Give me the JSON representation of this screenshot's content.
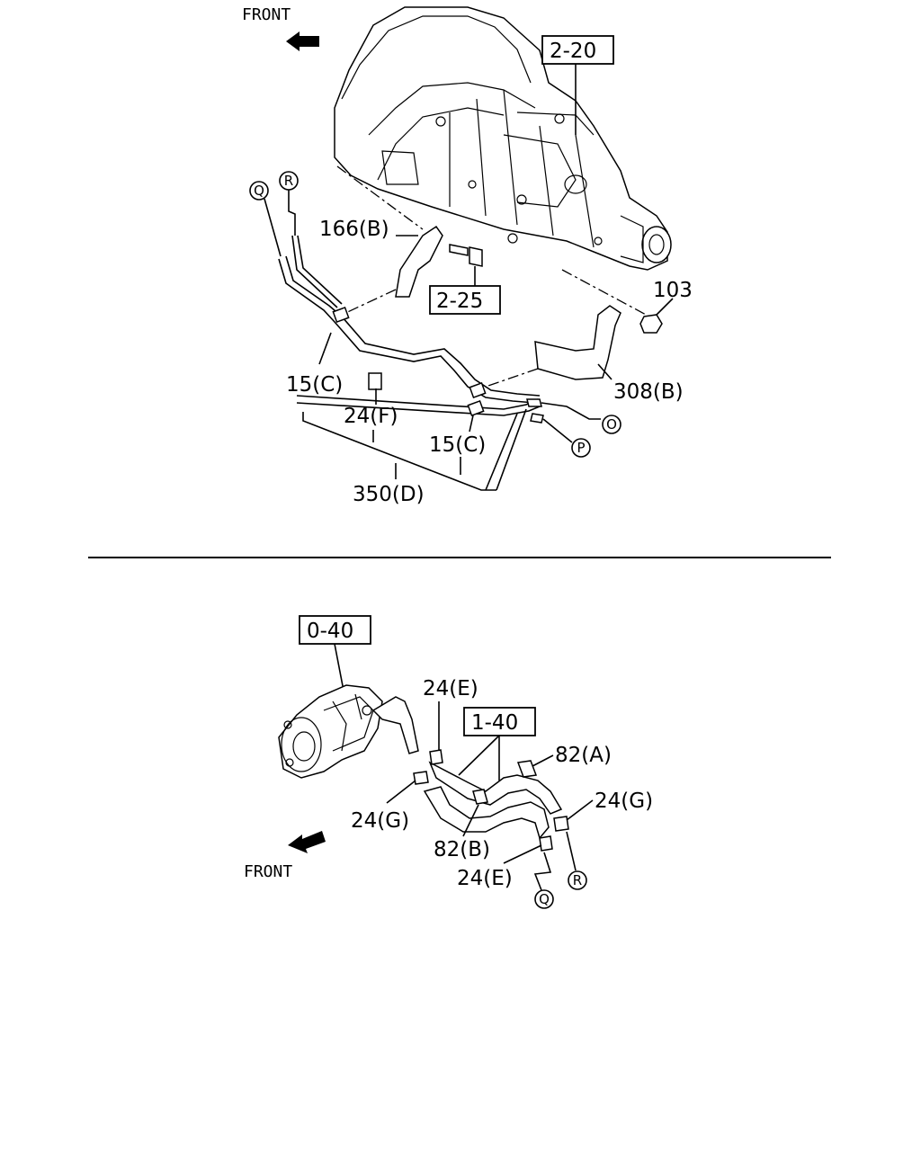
{
  "top_diagram": {
    "front_label": "FRONT",
    "ref_boxes": [
      "2-20",
      "2-25"
    ],
    "labels": {
      "l166b": "166(B)",
      "l103": "103",
      "l15c_a": "15(C)",
      "l24f": "24(F)",
      "l15c_b": "15(C)",
      "l308b": "308(B)",
      "l350d": "350(D)"
    },
    "circles": [
      "Q",
      "R",
      "O",
      "P"
    ]
  },
  "bottom_diagram": {
    "front_label": "FRONT",
    "ref_boxes": [
      "0-40",
      "1-40"
    ],
    "labels": {
      "l24e_a": "24(E)",
      "l82a": "82(A)",
      "l24g_a": "24(G)",
      "l24g_b": "24(G)",
      "l82b": "82(B)",
      "l24e_b": "24(E)"
    },
    "circles": [
      "R",
      "Q"
    ]
  }
}
